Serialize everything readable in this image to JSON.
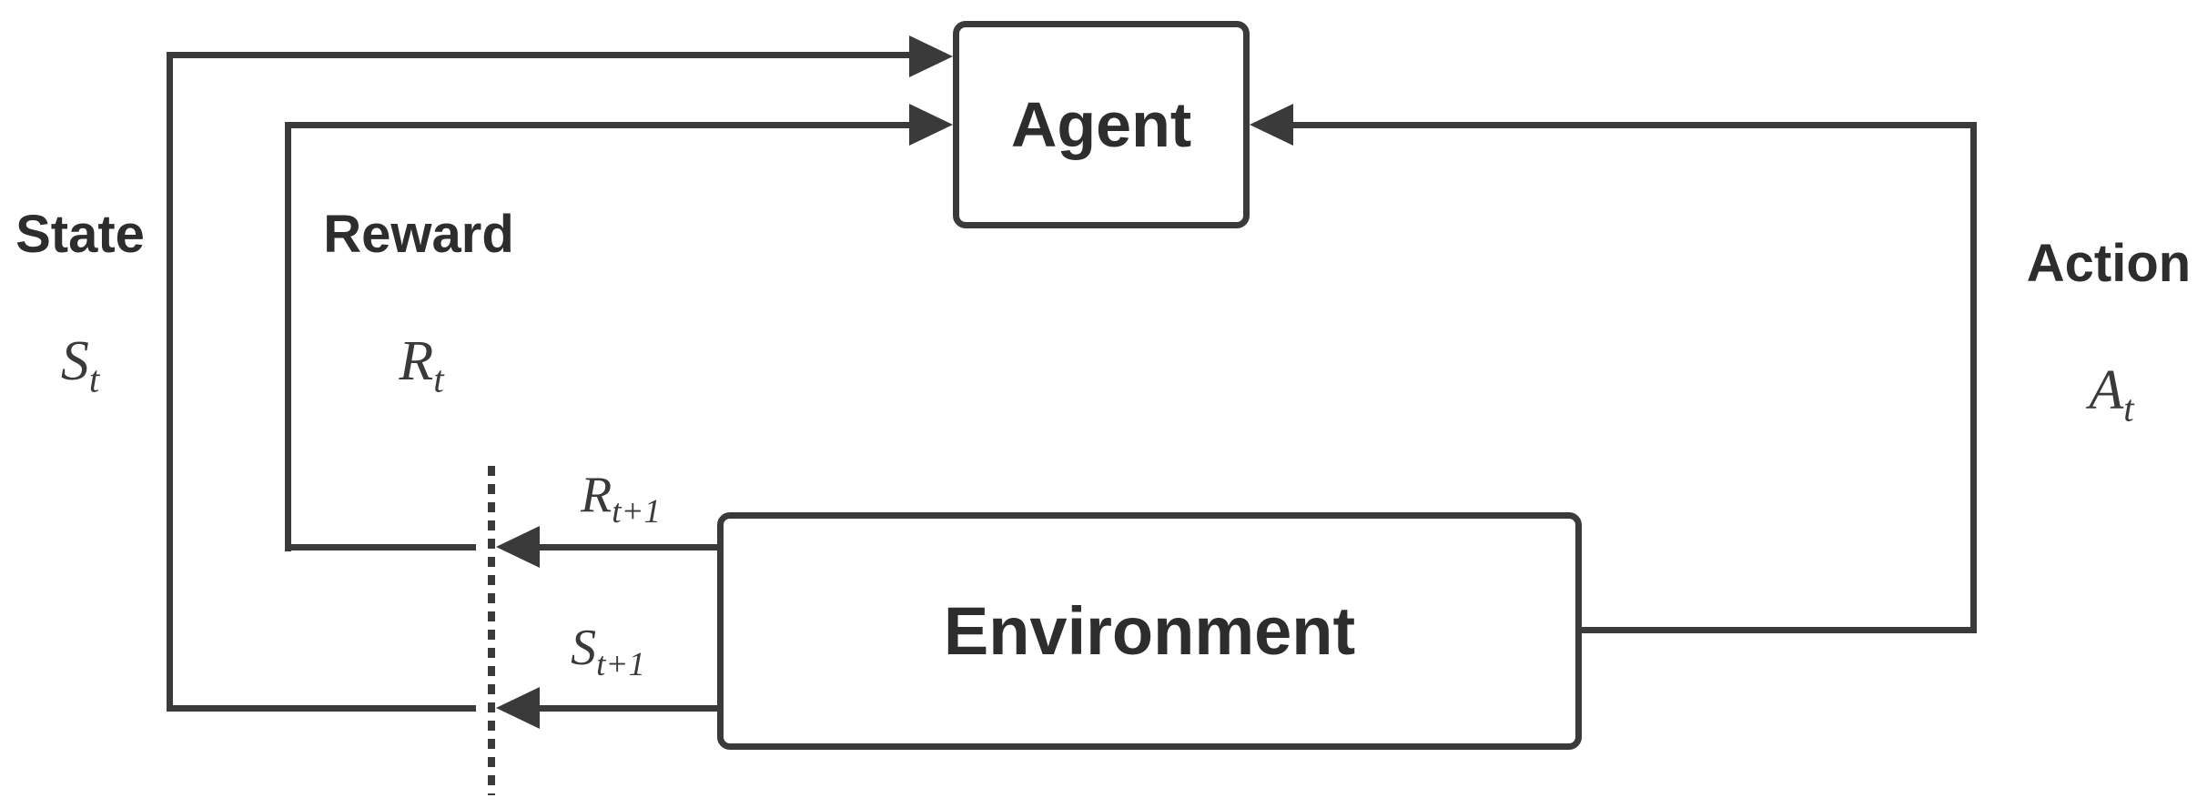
{
  "diagram": {
    "nodes": {
      "agent": "Agent",
      "environment": "Environment"
    },
    "labels": {
      "state": "State",
      "reward": "Reward",
      "action": "Action"
    },
    "symbols": {
      "state": {
        "base": "S",
        "sub": "t"
      },
      "reward": {
        "base": "R",
        "sub": "t"
      },
      "action": {
        "base": "A",
        "sub": "t"
      },
      "reward_next": {
        "base": "R",
        "sub": "t+1"
      },
      "state_next": {
        "base": "S",
        "sub": "t+1"
      }
    },
    "colors": {
      "stroke": "#3a3a3a",
      "text": "#2d2d2d",
      "background": "#ffffff"
    }
  }
}
